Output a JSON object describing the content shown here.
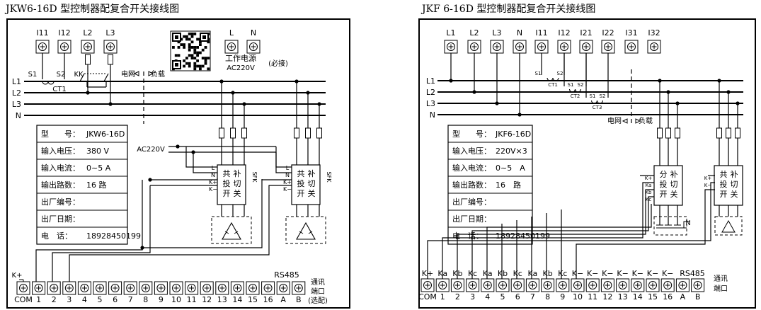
{
  "left": {
    "title": "JKW6-16D 型控制器配复合开关接线图",
    "top_terminals": [
      "I11",
      "I12",
      "L2",
      "L3"
    ],
    "supply_terminals": [
      "L",
      "N"
    ],
    "supply_label_1": "工作电源",
    "supply_label_2": "AC220V",
    "supply_note": "(必接)",
    "line_labels": [
      "L1",
      "L2",
      "L3",
      "N"
    ],
    "s1": "S1",
    "s2": "S2",
    "ct": "CT1",
    "kk": "KK",
    "grid": "电网",
    "load": "负载",
    "ac": "AC220V",
    "spec": [
      {
        "k": "型　　号：",
        "v": "JKW6-16D"
      },
      {
        "k": "输入电压：",
        "v": "380 V"
      },
      {
        "k": "输入电流：",
        "v": "0~5 A"
      },
      {
        "k": "输出路数：",
        "v": "16 路"
      },
      {
        "k": "出厂编号：",
        "v": ""
      },
      {
        "k": "出厂日期：",
        "v": ""
      },
      {
        "k": "电　话：",
        "v": "18928450199"
      }
    ],
    "switch_text": [
      "共",
      "补",
      "投",
      "切",
      "开",
      "关"
    ],
    "sfk": "SFK",
    "pins": [
      "L",
      "N",
      "K+",
      "K−"
    ],
    "kplus": "K+",
    "rs485": "RS485",
    "bottom_labels": [
      "COM",
      "1",
      "2",
      "3",
      "4",
      "5",
      "6",
      "7",
      "8",
      "9",
      "10",
      "11",
      "12",
      "13",
      "14",
      "15",
      "16",
      "A",
      "B"
    ],
    "comm": [
      "通讯",
      "端口",
      "(选配)"
    ]
  },
  "right": {
    "title": "JKF 6-16D 型控制器配复合开关接线图",
    "top_terminals": [
      "L1",
      "L2",
      "L3",
      "N",
      "I11",
      "I12",
      "I21",
      "I22",
      "I31",
      "I32"
    ],
    "line_labels": [
      "L1",
      "L2",
      "L3",
      "N"
    ],
    "cts": [
      {
        "s1": "S1",
        "s2": "S2",
        "ct": "CT1"
      },
      {
        "s1": "S1",
        "s2": "S2",
        "ct": "CT2"
      },
      {
        "s1": "S1",
        "s2": "S2",
        "ct": "CT3"
      }
    ],
    "grid": "电网",
    "load": "负载",
    "spec": [
      {
        "k": "型　　号：",
        "v": "JKF6-16D"
      },
      {
        "k": "输入电压：",
        "v": "220V×3"
      },
      {
        "k": "输入电流：",
        "v": "0~5　A"
      },
      {
        "k": "输出路数：",
        "v": "16　路"
      },
      {
        "k": "出厂编号：",
        "v": ""
      },
      {
        "k": "出厂日期：",
        "v": ""
      },
      {
        "k": "电　话：",
        "v": "18928450199"
      }
    ],
    "split_text": [
      "分",
      "补",
      "投",
      "切",
      "开",
      "关"
    ],
    "common_text": [
      "共",
      "补",
      "投",
      "切",
      "开",
      "关"
    ],
    "split_pins": [
      "K+",
      "Ka",
      "Kb",
      "Kc"
    ],
    "common_pins": [
      "K+",
      "K−"
    ],
    "n_label": "N",
    "top_labels": [
      "K+",
      "Ka",
      "Kb",
      "Kc",
      "Ka",
      "Kb",
      "Kc",
      "Ka",
      "Kb",
      "Kc",
      "K−",
      "K−",
      "K−",
      "K−",
      "K−",
      "K−",
      "K−",
      "RS485"
    ],
    "bottom_labels": [
      "COM",
      "1",
      "2",
      "3",
      "4",
      "5",
      "6",
      "7",
      "8",
      "9",
      "10",
      "11",
      "12",
      "13",
      "14",
      "15",
      "16",
      "A",
      "B"
    ],
    "comm": [
      "通讯",
      "端口"
    ]
  }
}
